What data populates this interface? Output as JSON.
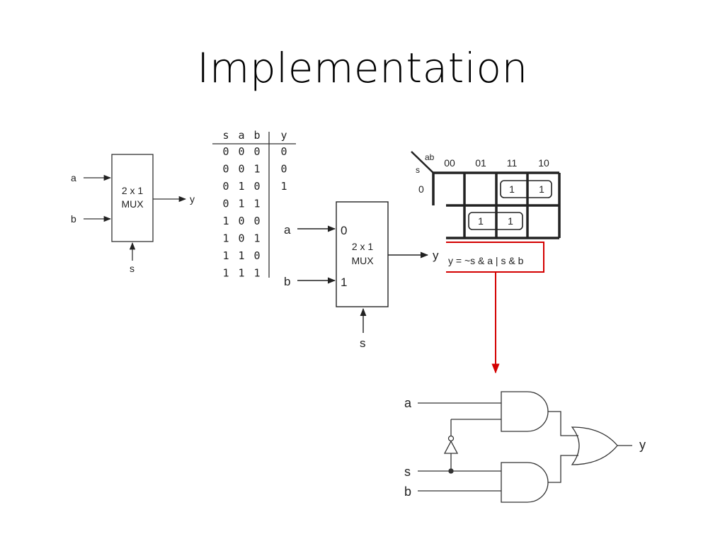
{
  "slide": {
    "title": "Implementation"
  },
  "small_mux": {
    "input_a": "a",
    "input_b": "b",
    "select": "s",
    "output": "y",
    "label_line1": "2 x 1",
    "label_line2": "MUX"
  },
  "truth_table": {
    "headers": [
      "s",
      "a",
      "b",
      "y"
    ],
    "rows": [
      [
        "0",
        "0",
        "0",
        "0"
      ],
      [
        "0",
        "0",
        "1",
        "0"
      ],
      [
        "0",
        "1",
        "0",
        "1"
      ],
      [
        "0",
        "1",
        "1",
        ""
      ],
      [
        "1",
        "0",
        "0",
        ""
      ],
      [
        "1",
        "0",
        "1",
        ""
      ],
      [
        "1",
        "1",
        "0",
        ""
      ],
      [
        "1",
        "1",
        "1",
        ""
      ]
    ]
  },
  "large_mux": {
    "input_a": "a",
    "input_b": "b",
    "port_0": "0",
    "port_1": "1",
    "select": "s",
    "output": "y",
    "label_line1": "2 x 1",
    "label_line2": "MUX"
  },
  "kmap": {
    "col_var": "ab",
    "row_var": "s",
    "col_headers": [
      "00",
      "01",
      "11",
      "10"
    ],
    "row_headers": [
      "0"
    ],
    "cells": [
      [
        "",
        "",
        "1",
        "1"
      ],
      [
        "",
        "1",
        "1",
        ""
      ]
    ]
  },
  "equation": {
    "text": "y = ~s & a | s & b",
    "box_color": "#d40000"
  },
  "gate_circuit": {
    "input_a": "a",
    "input_s": "s",
    "input_b": "b",
    "output": "y"
  }
}
